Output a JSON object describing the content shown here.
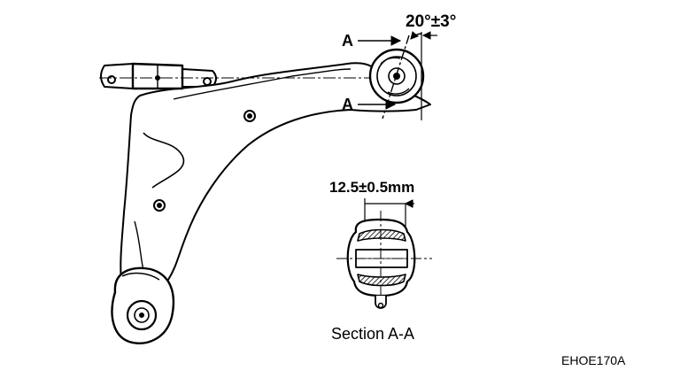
{
  "diagram": {
    "angle_label": "20°±3°",
    "section_marker_top": "A",
    "section_marker_bottom": "A",
    "dimension_label": "12.5±0.5mm",
    "section_title": "Section A-A",
    "figure_code": "EHOE170A"
  },
  "colors": {
    "ink": "#000000",
    "paper": "#ffffff",
    "shade": "#8a8a8a"
  }
}
